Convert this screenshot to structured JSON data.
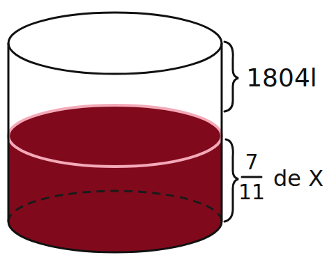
{
  "diagram": {
    "labels": [
      "1804l",
      "7",
      "11",
      "de X"
    ]
  }
}
